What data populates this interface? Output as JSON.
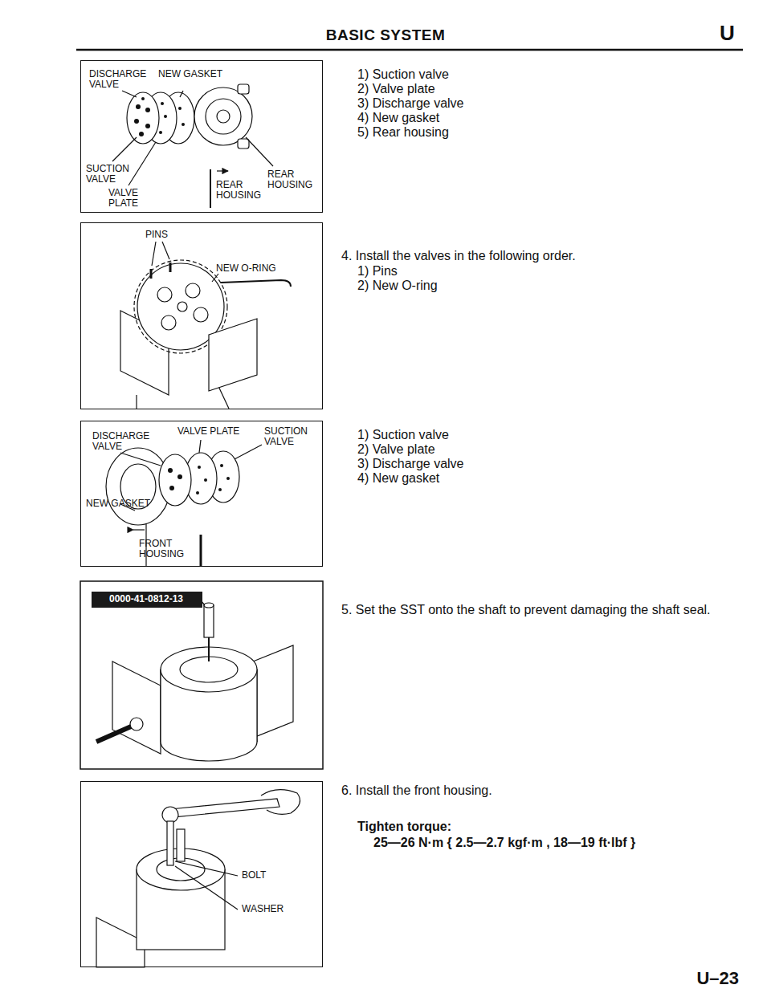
{
  "diagram": {
    "title": "BASIC SYSTEM",
    "nodes": [
      {
        "text": [
          "DISCHARGE VALVE",
          "NEW GASKET",
          "SUCTION VALVE",
          "VALVE PLATE",
          "REAR HOUSING"
        ]
      },
      {
        "text": [
          "REAR HOUSING"
        ],
        "in": 0
      },
      {
        "text": [
          "PINS",
          "NEW O-RING"
        ]
      },
      {
        "text": [
          "DISCHARGE VALVE",
          "VALVE PLATE",
          "SUCTION VALVE",
          "NEW GASKET"
        ]
      },
      {
        "text": [
          "FRONT HOUSING"
        ],
        "in": 3
      },
      {
        "text": [
          "0000-41-0812-13"
        ]
      },
      {
        "text": [
          "BOLT",
          "WASHER"
        ]
      }
    ],
    "labels": [
      "U",
      "1) Suction valve",
      "2) Valve plate",
      "3) Discharge valve",
      "4) New gasket",
      "5) Rear housing",
      "4. Install the valves in the following order.",
      "1) Pins",
      "2) New O-ring",
      "1) Suction valve",
      "2) Valve plate",
      "3) Discharge valve",
      "4) New gasket",
      "5. Set the SST onto the shaft to prevent damaging the shaft seal.",
      "6. Install the front housing.",
      "Tighten torque:",
      "25—26 N·m { 2.5—2.7 kgf·m , 18—19 ft·lbf }",
      "U–23"
    ]
  }
}
